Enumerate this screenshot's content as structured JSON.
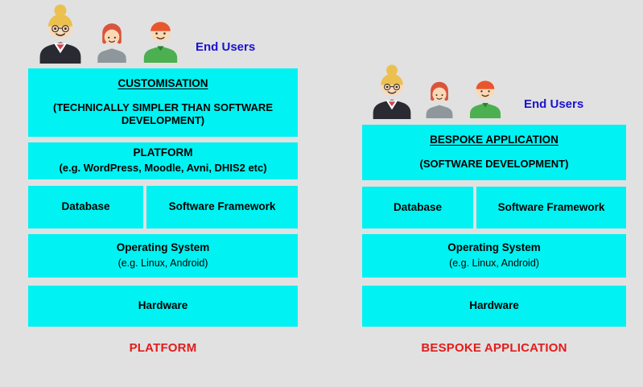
{
  "colors": {
    "background": "#e1e1e1",
    "box_fill": "#00f2f2",
    "box_text": "#000000",
    "end_users_text": "#1a12cf",
    "footer_text": "#e31b1b"
  },
  "icons": {
    "left_users": [
      "professional-woman-icon",
      "woman-icon",
      "man-icon"
    ],
    "right_users": [
      "professional-woman-icon",
      "woman-icon",
      "man-icon"
    ]
  },
  "left": {
    "end_users_label": "End Users",
    "customisation": {
      "title": "CUSTOMISATION",
      "subtitle": "(TECHNICALLY SIMPLER THAN SOFTWARE DEVELOPMENT)"
    },
    "platform": {
      "title": "PLATFORM",
      "subtitle": "(e.g. WordPress, Moodle, Avni, DHIS2 etc)"
    },
    "database_label": "Database",
    "framework_label": "Software Framework",
    "os": {
      "title": "Operating System",
      "subtitle": "(e.g. Linux, Android)"
    },
    "hardware_label": "Hardware",
    "footer_label": "PLATFORM"
  },
  "right": {
    "end_users_label": "End Users",
    "bespoke": {
      "title": "BESPOKE APPLICATION",
      "subtitle": "(SOFTWARE DEVELOPMENT)"
    },
    "database_label": "Database",
    "framework_label": "Software Framework",
    "os": {
      "title": "Operating System",
      "subtitle": "(e.g. Linux, Android)"
    },
    "hardware_label": "Hardware",
    "footer_label": "BESPOKE APPLICATION"
  }
}
